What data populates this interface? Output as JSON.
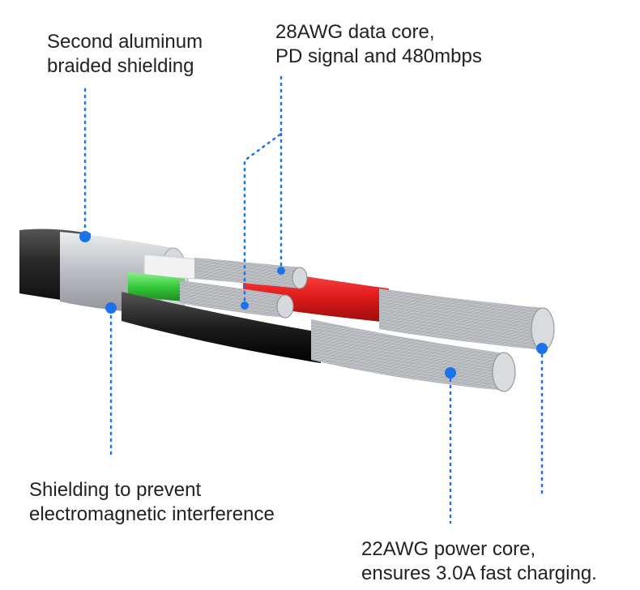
{
  "labels": {
    "second_shielding": {
      "line1": "Second aluminum",
      "line2": "braided shielding"
    },
    "data_core": {
      "line1": "28AWG data core,",
      "line2": "PD signal and 480mbps"
    },
    "shielding_emi": {
      "line1": "Shielding to prevent",
      "line2": "electromagnetic interference"
    },
    "power_core": {
      "line1": "22AWG power core,",
      "line2": "ensures 3.0A fast charging."
    }
  },
  "colors": {
    "callout": "#1a73e8",
    "jacket": "#2b2b2b",
    "aluminum": "#c9cdd2",
    "green_wire": "#35c83a",
    "red_wire": "#e21c1c",
    "white_wire": "#f2f2f2",
    "black_wire": "#1c1c1c",
    "copper_strands": "#b9bcc0"
  }
}
